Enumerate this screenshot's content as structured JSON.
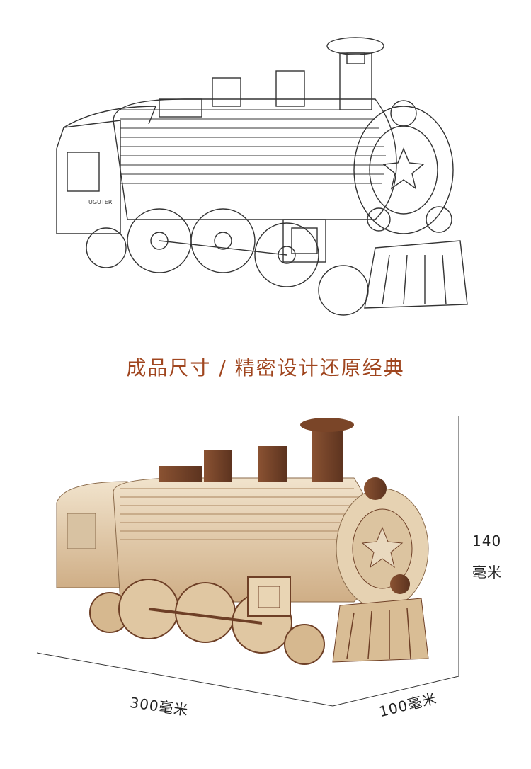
{
  "heading": "成品尺寸 / 精密设计还原经典",
  "logo_text": "UGUTER",
  "dimensions": {
    "height_value": "140",
    "height_unit": "毫米",
    "length": "300毫米",
    "depth": "100毫米"
  },
  "colors": {
    "heading": "#a0461f",
    "wood_light": "#e8d7bd",
    "wood_mid": "#c9a47a",
    "wood_dark": "#6e3f26",
    "line": "#333333"
  }
}
